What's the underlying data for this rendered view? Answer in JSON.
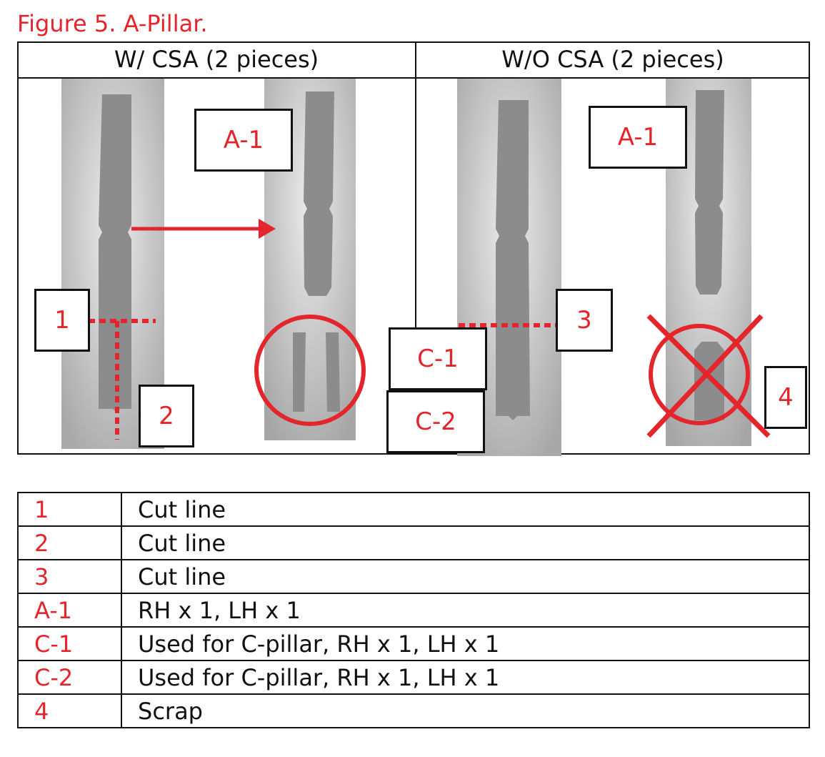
{
  "figure_title": "Figure 5. A-Pillar.",
  "columns": {
    "left_title": "W/ CSA (2 pieces)",
    "right_title": "W/O CSA (2 pieces)"
  },
  "labels": {
    "left_a1": "A-1",
    "left_1": "1",
    "left_2": "2",
    "c1": "C-1",
    "c2": "C-2",
    "right_a1": "A-1",
    "right_3": "3",
    "right_4": "4"
  },
  "legend": [
    {
      "key": "1",
      "desc": "Cut line"
    },
    {
      "key": "2",
      "desc": "Cut line"
    },
    {
      "key": "3",
      "desc": "Cut line"
    },
    {
      "key": "A-1",
      "desc": "RH x 1, LH x 1"
    },
    {
      "key": "C-1",
      "desc": "Used for C-pillar, RH x 1, LH x 1"
    },
    {
      "key": "C-2",
      "desc": "Used for C-pillar, RH x 1, LH x 1"
    },
    {
      "key": "4",
      "desc": "Scrap"
    }
  ],
  "colors": {
    "accent_red": "#e3262b",
    "border": "#111111",
    "part_gray": "#8c8c8c"
  }
}
